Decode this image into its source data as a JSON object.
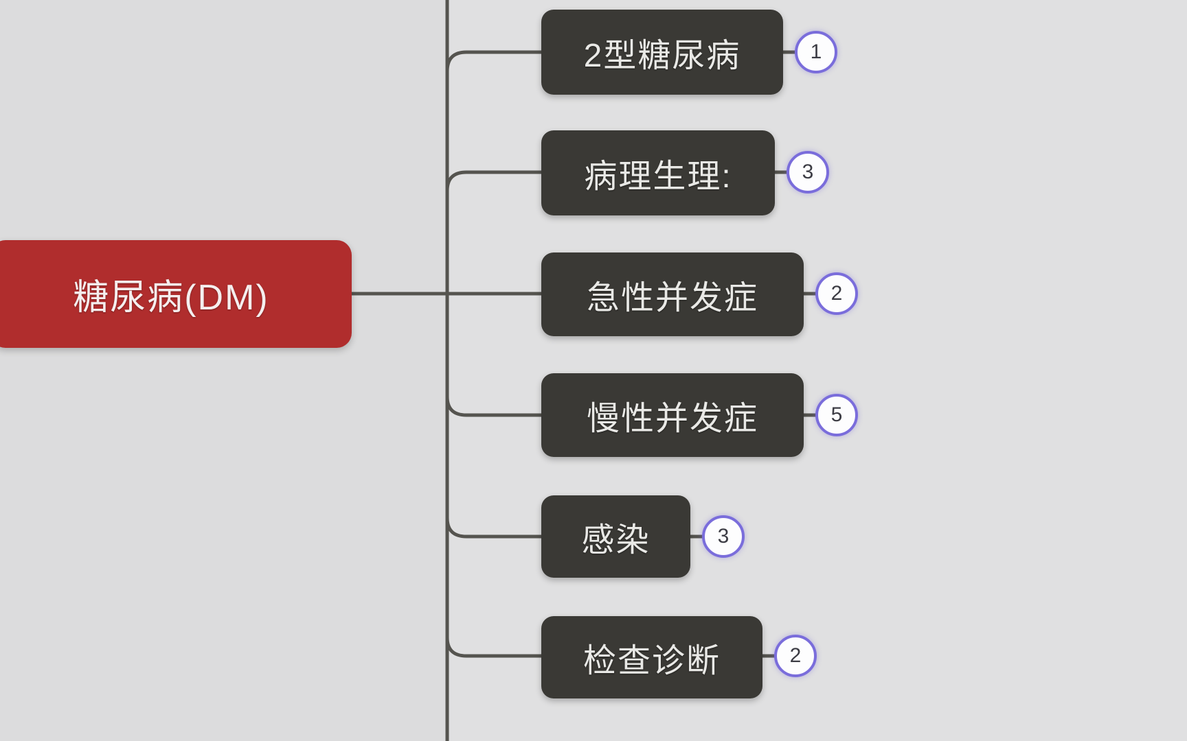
{
  "diagram": {
    "type": "mindmap",
    "title_node": {
      "label": "糖尿病(DM)",
      "color": "#b02d2d"
    },
    "background_color": "#dededf",
    "node_color": "#3a3935",
    "badge_border_color": "#7a6ddb",
    "connector_color": "#55544f",
    "branches": [
      {
        "label": "2型糖尿病",
        "badge": "1"
      },
      {
        "label": "病理生理:",
        "badge": "3"
      },
      {
        "label": "急性并发症",
        "badge": "2"
      },
      {
        "label": "慢性并发症",
        "badge": "5"
      },
      {
        "label": "感染",
        "badge": "3"
      },
      {
        "label": "检查诊断",
        "badge": "2"
      }
    ]
  }
}
